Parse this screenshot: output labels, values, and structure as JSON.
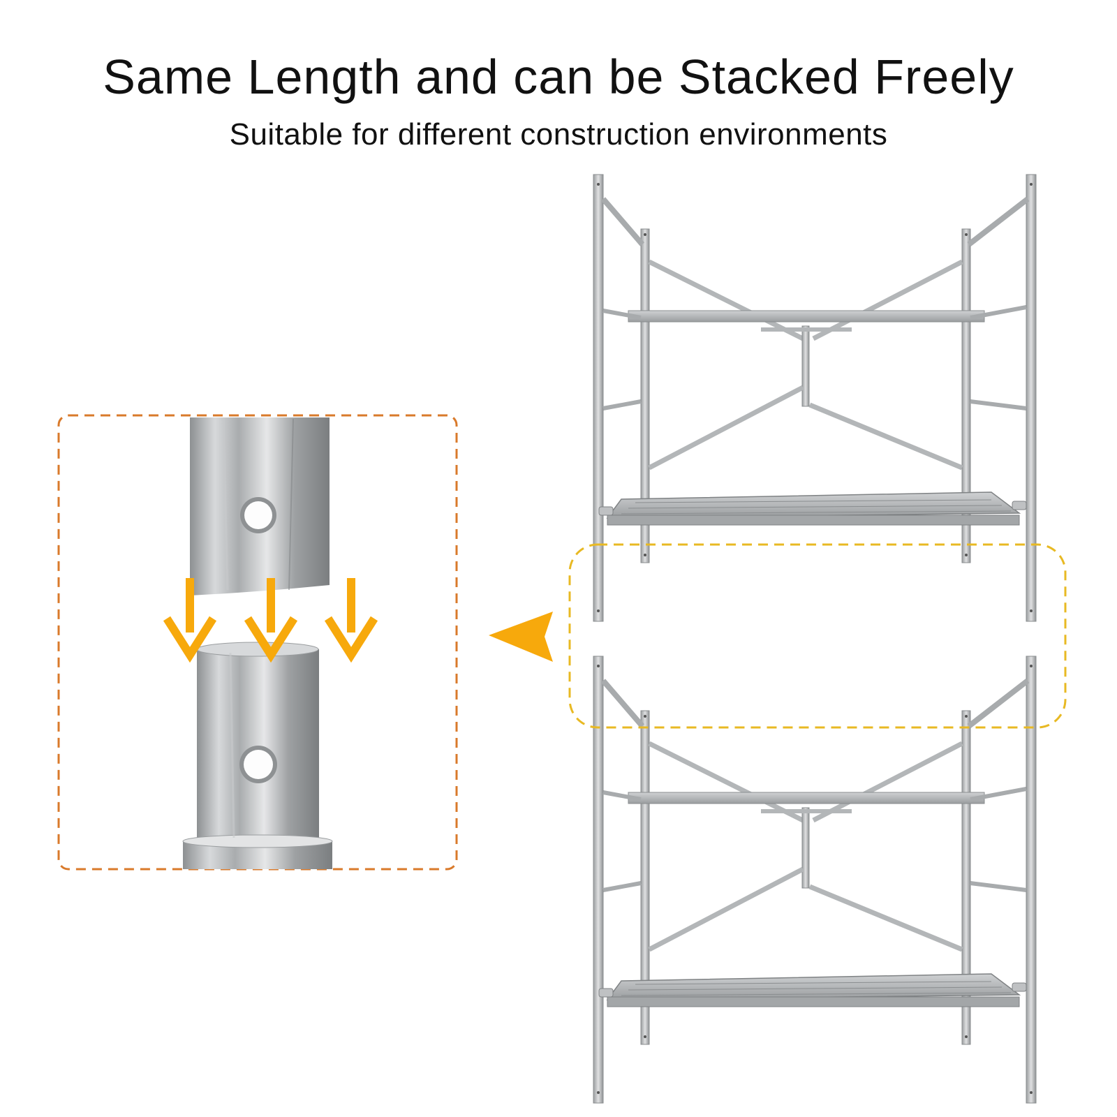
{
  "heading": {
    "title": "Same Length and can be Stacked Freely",
    "subtitle": "Suitable for different construction environments"
  },
  "colors": {
    "accent_orange": "#F7A90C",
    "detail_frame": "#D97A2B",
    "highlight_frame": "#E8B923",
    "steel": "#B9BCBF"
  },
  "illustration": {
    "detail_view": "pipe-joint-closeup",
    "arrows_in_detail": 3,
    "scaffold_units_stacked": 2
  }
}
